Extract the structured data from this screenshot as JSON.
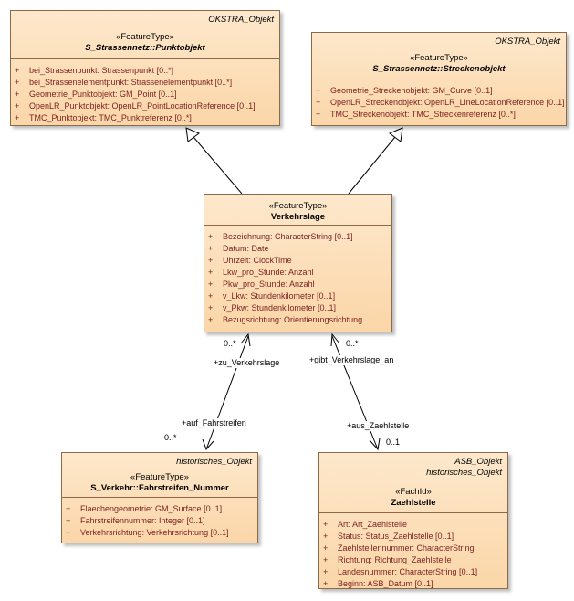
{
  "classes": {
    "punktobjekt": {
      "package": "OKSTRA_Objekt",
      "stereotype": "«FeatureType»",
      "name": "S_Strassennetz::Punktobjekt",
      "attributes": [
        {
          "vis": "+",
          "text": "bei_Strassenpunkt: Strassenpunkt [0..*]"
        },
        {
          "vis": "+",
          "text": "bei_Strassenelementpunkt: Strassenelementpunkt [0..*]"
        },
        {
          "vis": "+",
          "text": "Geometrie_Punktobjekt: GM_Point [0..1]"
        },
        {
          "vis": "+",
          "text": "OpenLR_Punktobjekt: OpenLR_PointLocationReference [0..1]"
        },
        {
          "vis": "+",
          "text": "TMC_Punktobjekt: TMC_Punktreferenz [0..*]"
        }
      ]
    },
    "streckenobjekt": {
      "package": "OKSTRA_Objekt",
      "stereotype": "«FeatureType»",
      "name": "S_Strassennetz::Streckenobjekt",
      "attributes": [
        {
          "vis": "+",
          "text": "Geometrie_Streckenobjekt: GM_Curve [0..1]"
        },
        {
          "vis": "+",
          "text": "OpenLR_Streckenobjekt: OpenLR_LineLocationReference [0..1]"
        },
        {
          "vis": "+",
          "text": "TMC_Streckenobjekt: TMC_Streckenreferenz [0..*]"
        }
      ]
    },
    "verkehrslage": {
      "stereotype": "«FeatureType»",
      "name": "Verkehrslage",
      "attributes": [
        {
          "vis": "+",
          "text": "Bezeichnung: CharacterString [0..1]"
        },
        {
          "vis": "+",
          "text": "Datum: Date"
        },
        {
          "vis": "+",
          "text": "Uhrzeit: ClockTime"
        },
        {
          "vis": "+",
          "text": "Lkw_pro_Stunde: Anzahl"
        },
        {
          "vis": "+",
          "text": "Pkw_pro_Stunde: Anzahl"
        },
        {
          "vis": "+",
          "text": "v_Lkw: Stundenkilometer [0..1]"
        },
        {
          "vis": "+",
          "text": "v_Pkw: Stundenkilometer [0..1]"
        },
        {
          "vis": "+",
          "text": "Bezugsrichtung: Orientierungsrichtung"
        }
      ]
    },
    "fahrstreifen": {
      "package": "historisches_Objekt",
      "stereotype": "«FeatureType»",
      "name": "S_Verkehr::Fahrstreifen_Nummer",
      "attributes": [
        {
          "vis": "+",
          "text": "Flaechengeometrie: GM_Surface [0..1]"
        },
        {
          "vis": "+",
          "text": "Fahrstreifennummer: Integer [0..1]"
        },
        {
          "vis": "+",
          "text": "Verkehrsrichtung: Verkehrsrichtung [0..1]"
        }
      ]
    },
    "zaehlstelle": {
      "package1": "ASB_Objekt",
      "package2": "historisches_Objekt",
      "stereotype": "«FachId»",
      "name": "Zaehlstelle",
      "attributes": [
        {
          "vis": "+",
          "text": "Art: Art_Zaehlstelle"
        },
        {
          "vis": "+",
          "text": "Status: Status_Zaehlstelle [0..1]"
        },
        {
          "vis": "+",
          "text": "Zaehlstellennummer: CharacterString"
        },
        {
          "vis": "+",
          "text": "Richtung: Richtung_Zaehlstelle"
        },
        {
          "vis": "+",
          "text": "Landesnummer: CharacterString [0..1]"
        },
        {
          "vis": "+",
          "text": "Beginn: ASB_Datum [0..1]"
        }
      ]
    }
  },
  "associations": {
    "left": {
      "role_top": "+zu_Verkehrslage",
      "mult_top": "0..*",
      "role_bottom": "+auf_Fahrstreifen",
      "mult_bottom": "0..*"
    },
    "right": {
      "role_top": "+gibt_Verkehrslage_an",
      "mult_top": "0..*",
      "role_bottom": "+aus_Zaehlstelle",
      "mult_bottom": "0..1"
    }
  }
}
